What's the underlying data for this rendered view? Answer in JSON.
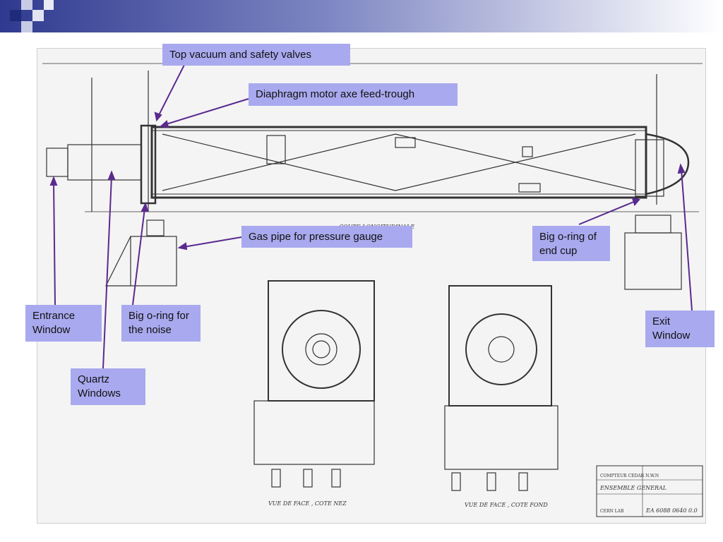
{
  "callouts": {
    "top_valves": "Top vacuum and safety valves",
    "diaphragm": "Diaphragm motor axe feed-trough",
    "gas_pipe": "Gas pipe for pressure gauge",
    "big_oring_end": "Big o-ring of end cup",
    "entrance_window": "Entrance Window",
    "big_oring_noise": "Big o-ring for the noise",
    "quartz_windows": "Quartz Windows",
    "exit_window": "Exit Window"
  },
  "drawing": {
    "section_title": "COUPE LONGITUDINALE",
    "front_view_left": "VUE DE FACE , COTE NEZ",
    "front_view_right": "VUE DE FACE , COTE FOND",
    "title_block": "ENSEMBLE GENERAL",
    "drawing_number": "EA 6088 0640 0.0",
    "company": "COMPTEUR CEDAR N.W.N",
    "lab": "CERN LAB"
  },
  "colors": {
    "callout_bg": "#a9a9ef",
    "arrow": "#5a2a8f"
  }
}
